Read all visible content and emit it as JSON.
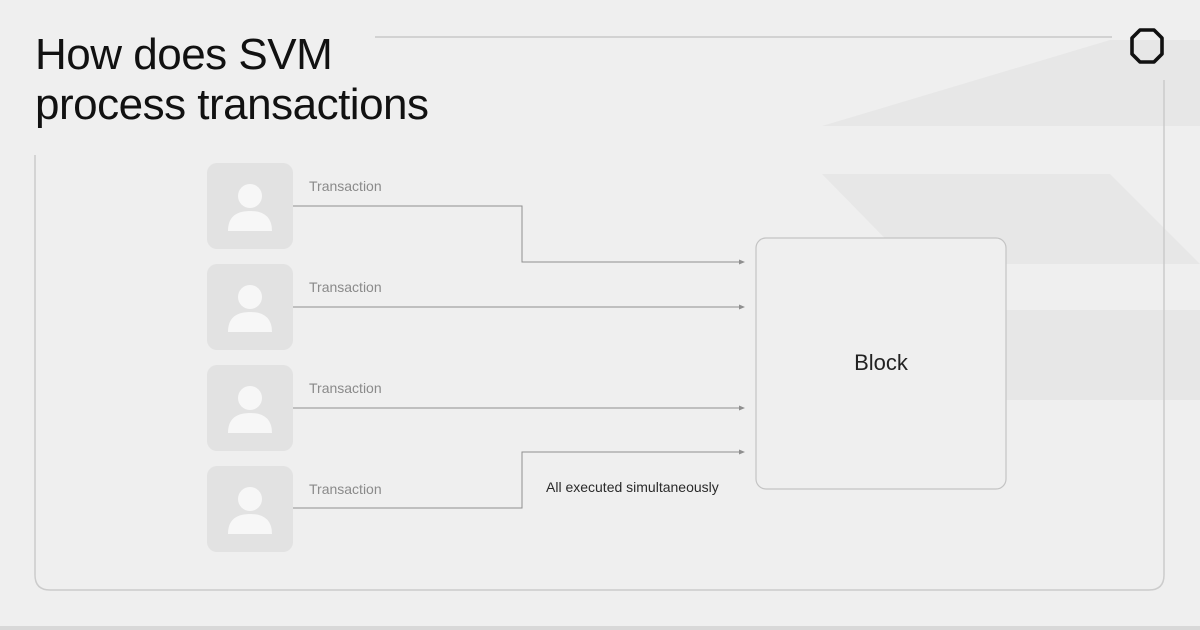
{
  "title": {
    "line1": "How does SVM",
    "line2": "process transactions"
  },
  "block": {
    "label": "Block"
  },
  "transactions": [
    {
      "label": "Transaction"
    },
    {
      "label": "Transaction"
    },
    {
      "label": "Transaction"
    },
    {
      "label": "Transaction"
    }
  ],
  "note": "All executed simultaneously",
  "colors": {
    "background": "#efefef",
    "frame": "#c8c8c8",
    "avatar_fill": "#e2e2e2",
    "avatar_glyph": "#f7f7f7",
    "connector": "#8f8f8f",
    "decor_band": "#e6e6e6",
    "text": "#111111"
  },
  "icons": {
    "logo": "octagon-ring-icon",
    "avatar": "user-avatar-icon"
  }
}
